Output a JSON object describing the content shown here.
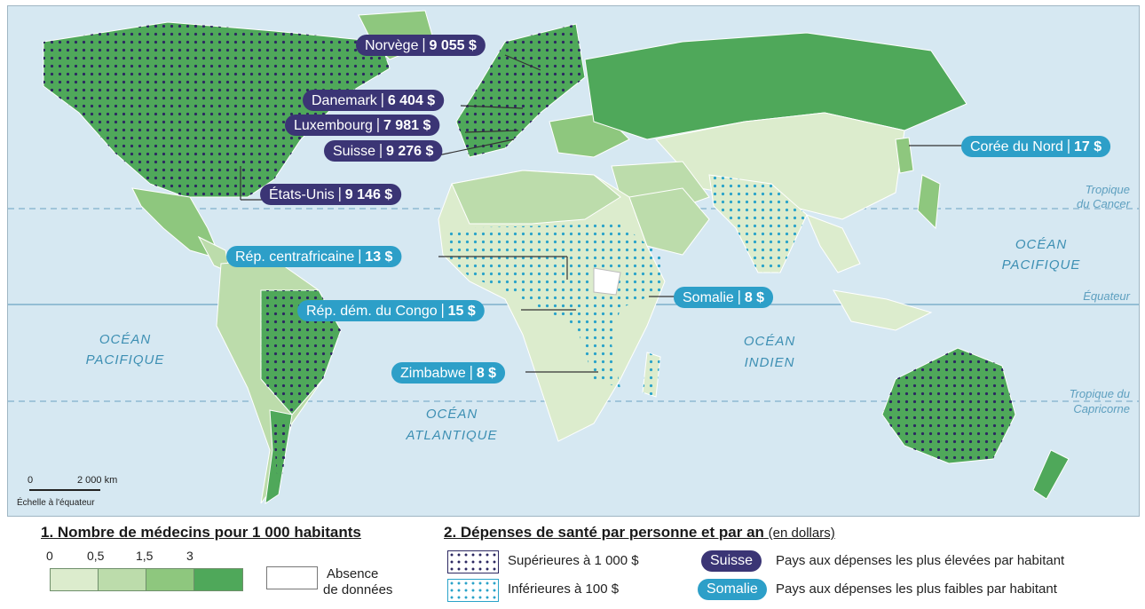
{
  "colors": {
    "ocean": "#d6e8f2",
    "class_0_05": "#dceccd",
    "class_05_15": "#bcdcab",
    "class_15_3": "#8ec77e",
    "class_3_plus": "#4fa85a",
    "high_spend": "#3b3575",
    "low_spend": "#2d9fc8"
  },
  "map": {
    "lines": {
      "tropic_cancer": "Tropique du Cancer",
      "equator": "Équateur",
      "tropic_capricorn": "Tropique du Capricorne"
    },
    "oceans": {
      "pacific_east": [
        "OCÉAN",
        "PACIFIQUE"
      ],
      "pacific_west": [
        "OCÉAN",
        "PACIFIQUE"
      ],
      "indian": [
        "OCÉAN",
        "INDIEN"
      ],
      "atlantic": [
        "OCÉAN",
        "ATLANTIQUE"
      ]
    },
    "high_labels": [
      {
        "country": "Norvège",
        "value": "9 055 $"
      },
      {
        "country": "Danemark",
        "value": "6 404 $"
      },
      {
        "country": "Luxembourg",
        "value": "7 981 $"
      },
      {
        "country": "Suisse",
        "value": "9 276 $"
      },
      {
        "country": "États-Unis",
        "value": "9 146 $"
      }
    ],
    "low_labels": [
      {
        "country": "Corée du Nord",
        "value": "17 $"
      },
      {
        "country": "Rép. centrafricaine",
        "value": "13 $"
      },
      {
        "country": "Somalie",
        "value": "8 $"
      },
      {
        "country": "Rép. dém. du Congo",
        "value": "15 $"
      },
      {
        "country": "Zimbabwe",
        "value": "8 $"
      }
    ],
    "scale": {
      "zero": "0",
      "distance": "2 000 km",
      "caption": "Échelle à l'équateur"
    }
  },
  "legend": {
    "doctors": {
      "title": "1. Nombre de médecins pour 1 000 habitants",
      "ticks": [
        "0",
        "0,5",
        "1,5",
        "3"
      ],
      "no_data": [
        "Absence",
        "de données"
      ]
    },
    "spending": {
      "title": "2. Dépenses de santé par personne et par an",
      "unit": "(en dollars)",
      "above": "Supérieures à 1 000 $",
      "below": "Inférieures à 100 $",
      "high_pill": "Suisse",
      "high_text": "Pays aux dépenses les plus élevées par habitant",
      "low_pill": "Somalie",
      "low_text": "Pays aux dépenses les plus faibles par habitant"
    }
  }
}
